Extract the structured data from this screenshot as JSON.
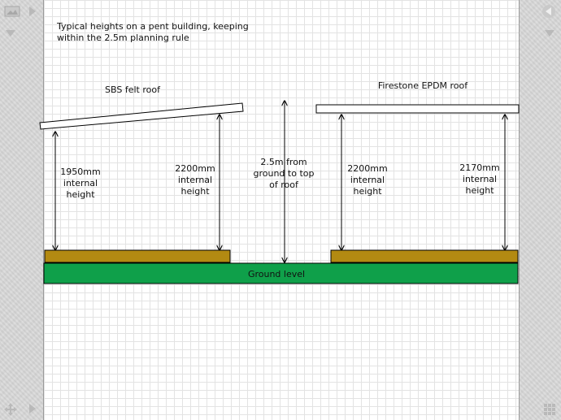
{
  "diagram": {
    "title": "Typical heights on a pent building, keeping\nwithin the 2.5m planning rule",
    "left_roof_label": "SBS felt roof",
    "right_roof_label": "Firestone EPDM roof",
    "dim_left_front": "1950mm\ninternal\nheight",
    "dim_left_back": "2200mm\ninternal\nheight",
    "dim_center": "2.5m from\nground to top\nof roof",
    "dim_right_front": "2200mm\ninternal\nheight",
    "dim_right_back": "2170mm\ninternal\nheight",
    "ground_label": "Ground level"
  },
  "colors": {
    "base": "#b38a12",
    "ground": "#0fa04a",
    "roof": "#ffffff",
    "line": "#000000"
  },
  "controls": {
    "left_top": "image-icon",
    "left_arrow": "arrow-right-icon",
    "left_down": "arrow-down-icon",
    "right_prev": "arrow-left-icon",
    "right_down": "arrow-down-icon",
    "bottom_left": "move-icon",
    "bottom_arrow": "arrow-right-icon",
    "bottom_right": "grid-icon"
  }
}
